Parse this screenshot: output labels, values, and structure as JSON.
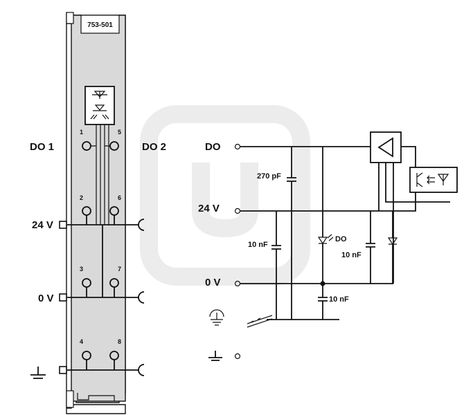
{
  "module": {
    "model": "753-501"
  },
  "left": {
    "do1": "DO 1",
    "do2": "DO 2",
    "v24": "24 V",
    "v0": "0 V",
    "pins": [
      "1",
      "5",
      "2",
      "6",
      "3",
      "7",
      "4",
      "8"
    ]
  },
  "right": {
    "do": "DO",
    "v24": "24 V",
    "v0": "0 V",
    "c_270": "270 pF",
    "c_10a": "10 nF",
    "c_10b": "10 nF",
    "c_10c": "10 nF",
    "led_label": "DO"
  },
  "icons": [
    "ground-icon",
    "protective-earth-icon",
    "din-rail-icon",
    "led-icon",
    "optocoupler-icon",
    "amplifier-icon"
  ],
  "colors": {
    "housing": "#d9d9d9",
    "line": "#111111",
    "watermark": "#eaeaea"
  }
}
